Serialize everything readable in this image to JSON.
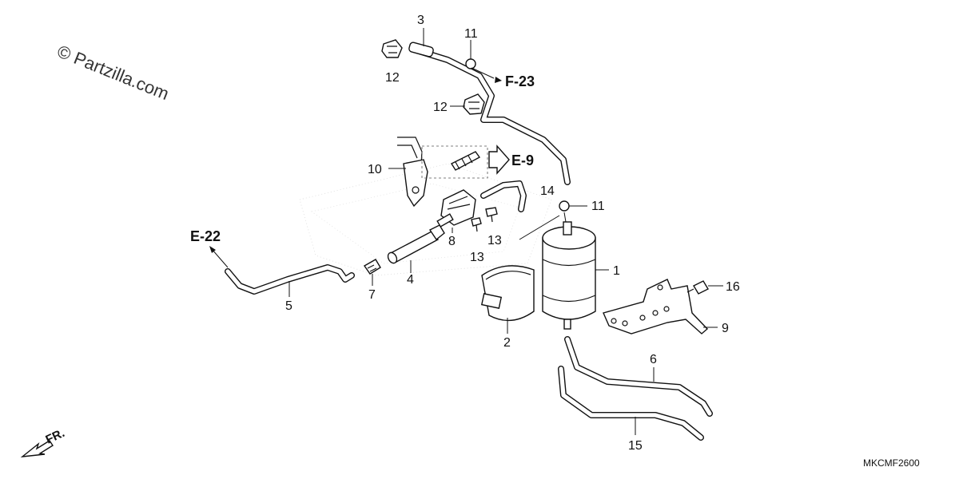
{
  "watermark": "© Partzilla.com",
  "diagram_code": "MKCMF2600",
  "direction_label": "FR.",
  "part_labels": {
    "p1": "1",
    "p2": "2",
    "p3": "3",
    "p4": "4",
    "p5": "5",
    "p6": "6",
    "p7": "7",
    "p8": "8",
    "p9": "9",
    "p10": "10",
    "p11a": "11",
    "p11b": "11",
    "p12a": "12",
    "p12b": "12",
    "p13a": "13",
    "p13b": "13",
    "p14": "14",
    "p15": "15",
    "p16": "16"
  },
  "references": {
    "f23": "F-23",
    "e9": "E-9",
    "e22": "E-22"
  }
}
